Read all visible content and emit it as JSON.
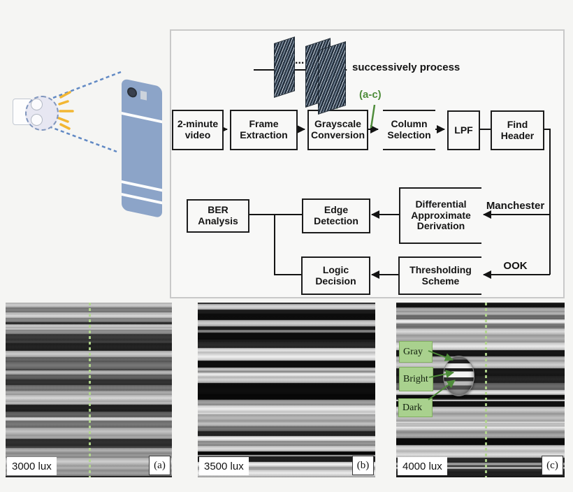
{
  "icons": {
    "transmitter": "light-bulb-icon",
    "receiver": "smartphone-icon"
  },
  "flowchart": {
    "process_note": "successively process",
    "frames_ellipsis": "...",
    "range_label": "(a-c)",
    "boxes": {
      "video": "2-minute video",
      "frame_extraction": "Frame Extraction",
      "grayscale": "Grayscale Conversion",
      "column_selection": "Column Selection",
      "lpf": "LPF",
      "find_header": "Find Header",
      "ber": "BER Analysis",
      "edge_detection": "Edge Detection",
      "differential": "Differential Approximate Derivation",
      "logic_decision": "Logic Decision",
      "thresholding": "Thresholding Scheme"
    },
    "modulation_labels": {
      "manchester": "Manchester",
      "ook": "OOK"
    }
  },
  "panels": [
    {
      "lux": "3000 lux",
      "letter": "(a)"
    },
    {
      "lux": "3500 lux",
      "letter": "(b)"
    },
    {
      "lux": "4000 lux",
      "letter": "(c)",
      "annotations": {
        "gray": "Gray",
        "bright": "Bright",
        "dark": "Dark"
      }
    }
  ],
  "colors": {
    "annotation_green": "#4e8c3a",
    "annotation_box_green": "#a9d18e",
    "phone_blue": "#8ca4c8",
    "ray_yellow": "#f2b632",
    "cone_dash_blue": "#6189c4",
    "marker_line_green": "#b2d78c"
  }
}
